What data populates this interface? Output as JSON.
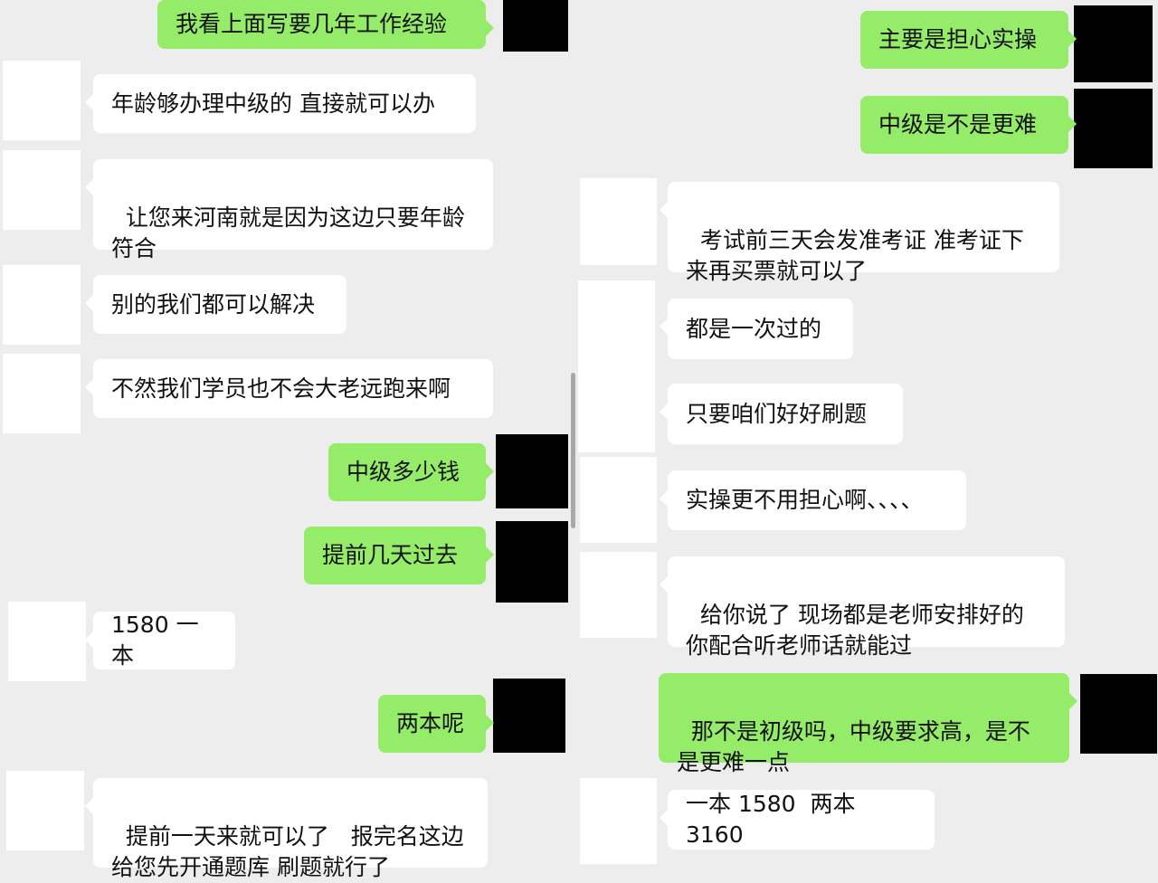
{
  "left_panel": [
    {
      "type": "sent",
      "text": "我看上面写要几年工作经验"
    },
    {
      "type": "recv",
      "text": "年龄够办理中级的 直接就可以办"
    },
    {
      "type": "recv",
      "text": "让您来河南就是因为这边只要年龄\n符合"
    },
    {
      "type": "recv",
      "text": "别的我们都可以解决"
    },
    {
      "type": "recv",
      "text": "不然我们学员也不会大老远跑来啊"
    },
    {
      "type": "sent",
      "text": "中级多少钱"
    },
    {
      "type": "sent",
      "text": "提前几天过去"
    },
    {
      "type": "recv",
      "text": "1580 一本"
    },
    {
      "type": "sent",
      "text": "两本呢"
    },
    {
      "type": "recv",
      "text": "提前一天来就可以了   报完名这边\n给您先开通题库 刷题就行了"
    }
  ],
  "right_panel": [
    {
      "type": "sent",
      "text": "主要是担心实操"
    },
    {
      "type": "sent",
      "text": "中级是不是更难"
    },
    {
      "type": "recv",
      "text": "考试前三天会发准考证 准考证下\n来再买票就可以了"
    },
    {
      "type": "recv",
      "text": "都是一次过的"
    },
    {
      "type": "recv",
      "text": "只要咱们好好刷题"
    },
    {
      "type": "recv",
      "text": "实操更不用担心啊、、、、"
    },
    {
      "type": "recv",
      "text": "给你说了 现场都是老师安排好的\n你配合听老师话就能过"
    },
    {
      "type": "sent",
      "text": "那不是初级吗，中级要求高，是不\n是更难一点"
    },
    {
      "type": "recv",
      "text": "一本 1580  两本 3160"
    }
  ],
  "colors": {
    "background": "#ededed",
    "sent_bubble": "#95ec69",
    "received_bubble": "#ffffff",
    "redaction": "#000000"
  }
}
